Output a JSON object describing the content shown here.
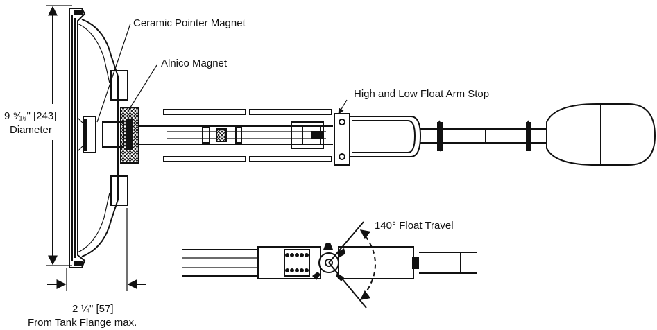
{
  "labels": {
    "ceramic": "Ceramic Pointer Magnet",
    "alnico": "Alnico Magnet",
    "stop": "High and Low Float Arm Stop",
    "travel": "140° Float Travel",
    "diameter_line1": "9 ⁹⁄₁₆\" [243]",
    "diameter_line2": "Diameter",
    "flange_line1": "2 ¼\" [57]",
    "flange_line2": "From Tank Flange max."
  },
  "colors": {
    "ink": "#111111",
    "paper": "#ffffff"
  }
}
